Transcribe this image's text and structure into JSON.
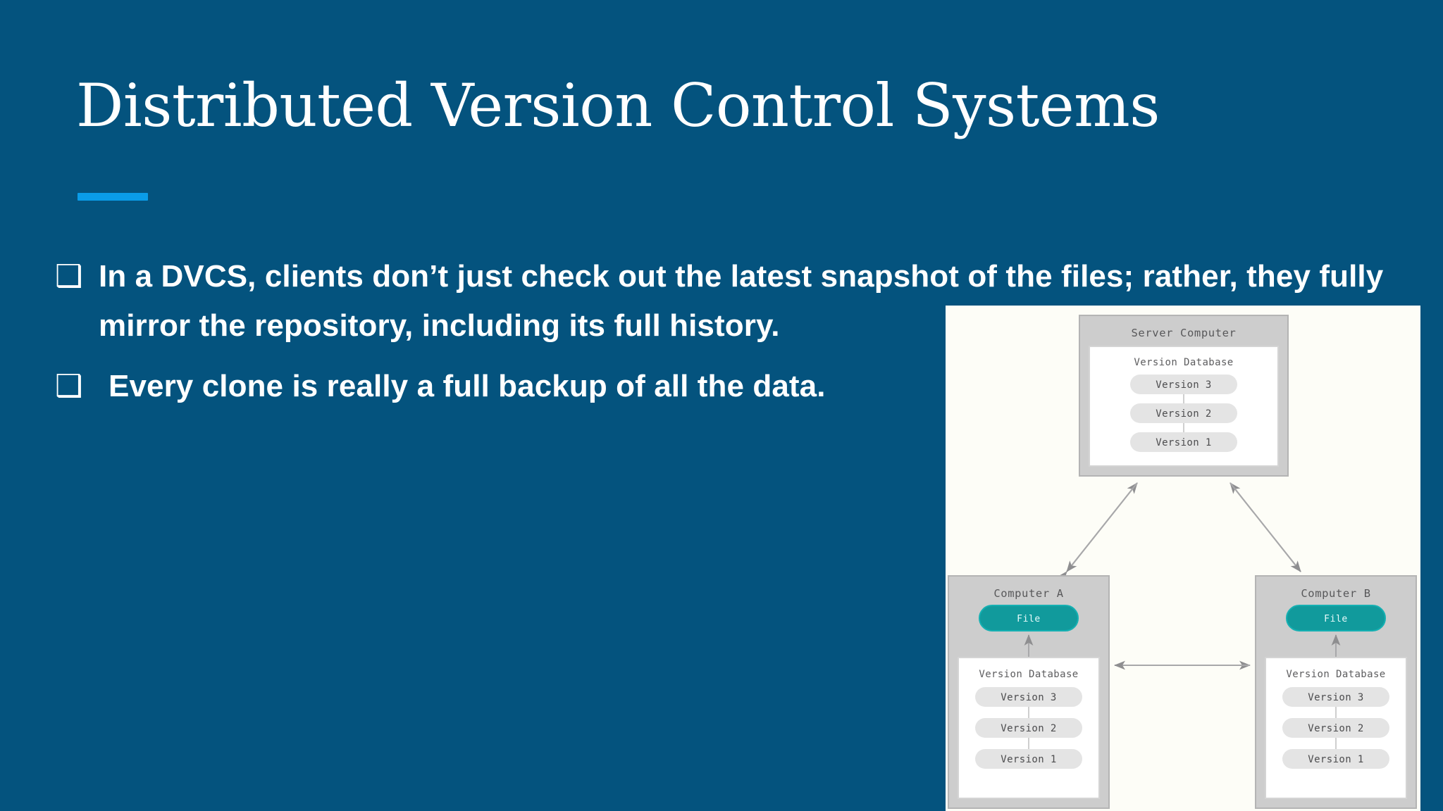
{
  "slide": {
    "background_color": "#04537e",
    "accent_color": "#0a9ce8",
    "title": "Distributed Version Control Systems",
    "bullets": [
      {
        "marker": "❑",
        "text": "In a DVCS, clients don’t just check out the latest snapshot of the files; rather, they fully mirror the repository, including its full history."
      },
      {
        "marker": "❑",
        "text": " Every clone is really a full backup of all the data."
      }
    ]
  },
  "diagram": {
    "background_color": "#fdfdf7",
    "file_pill_color": "#119a9c",
    "box_header_color": "#c9c9c9",
    "server": {
      "title": "Server Computer",
      "db_label": "Version Database",
      "versions": [
        "Version 3",
        "Version 2",
        "Version 1"
      ]
    },
    "computer_a": {
      "title": "Computer A",
      "file_label": "File",
      "db_label": "Version Database",
      "versions": [
        "Version 3",
        "Version 2",
        "Version 1"
      ]
    },
    "computer_b": {
      "title": "Computer B",
      "file_label": "File",
      "db_label": "Version Database",
      "versions": [
        "Version 3",
        "Version 2",
        "Version 1"
      ]
    }
  }
}
